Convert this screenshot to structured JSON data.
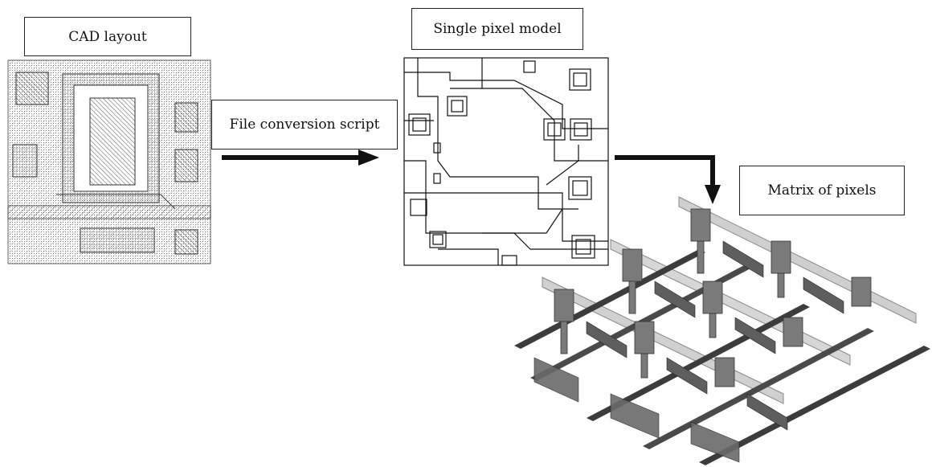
{
  "labels": {
    "cad_layout": "CAD layout",
    "single_pixel_model": "Single pixel model",
    "file_conversion_script": "File conversion script",
    "matrix_of_pixels": "Matrix of pixels"
  },
  "colors": {
    "ink": "#111111",
    "hatch": "#6a6a6a",
    "bar_light": "#d4d4d4",
    "bar_dark": "#4a4a4a"
  }
}
